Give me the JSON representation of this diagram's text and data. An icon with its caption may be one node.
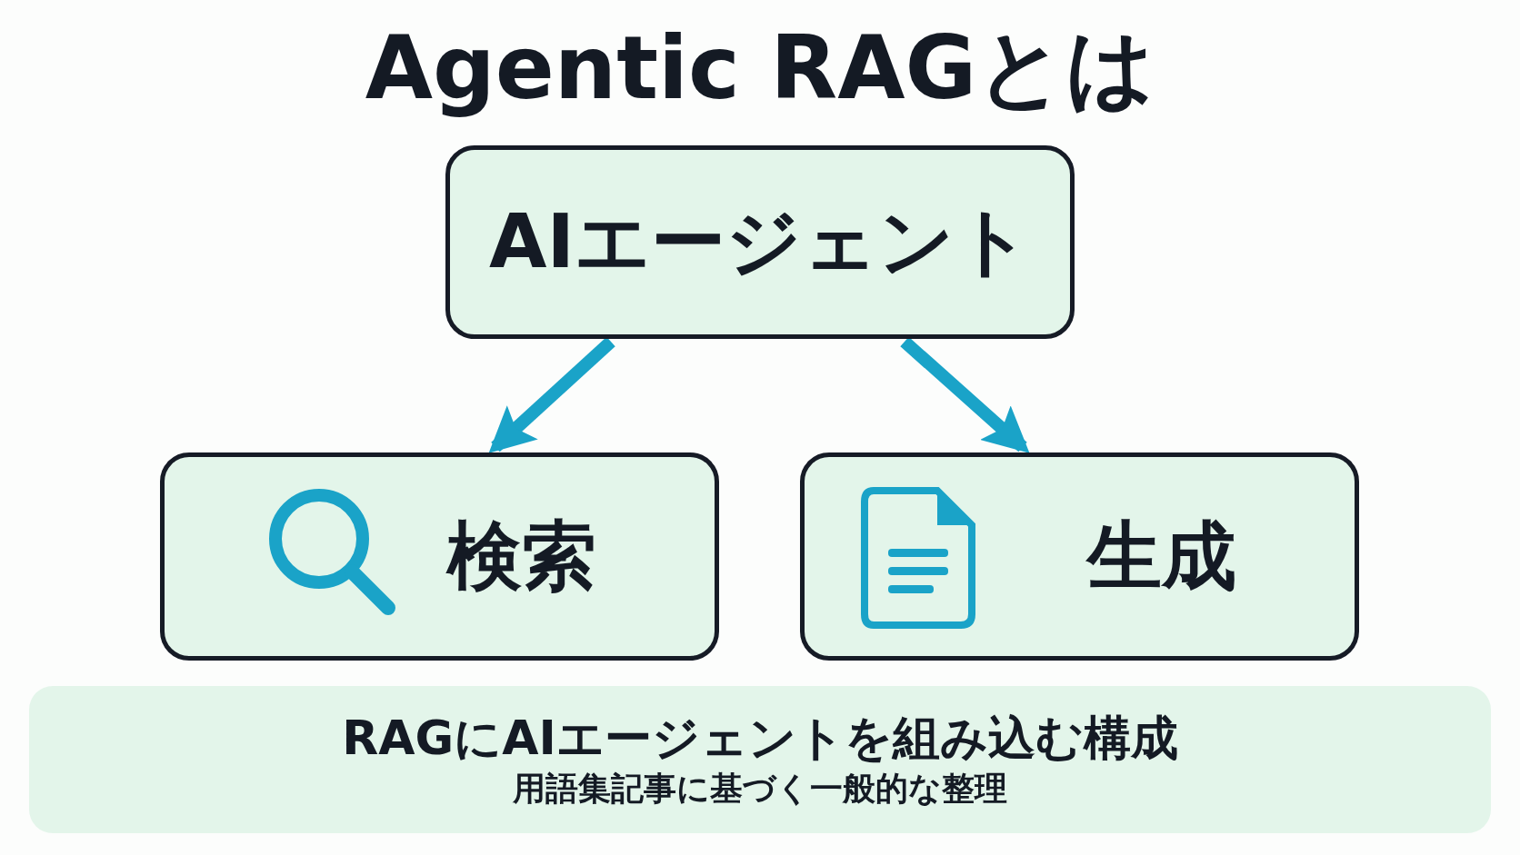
{
  "diagram": {
    "title": "Agentic RAGとは",
    "nodes": [
      {
        "text": [
          "AIエージェント"
        ]
      },
      {
        "text": [
          "検索"
        ]
      },
      {
        "text": [
          "生成"
        ]
      },
      {
        "text": [
          "RAGにAIエージェントを組み込む構成",
          "用語集記事に基づく一般的な整理"
        ]
      }
    ],
    "edges": [
      {
        "from": 0,
        "to": 1,
        "arrow": "to"
      },
      {
        "from": 0,
        "to": 2,
        "arrow": "to"
      }
    ]
  }
}
